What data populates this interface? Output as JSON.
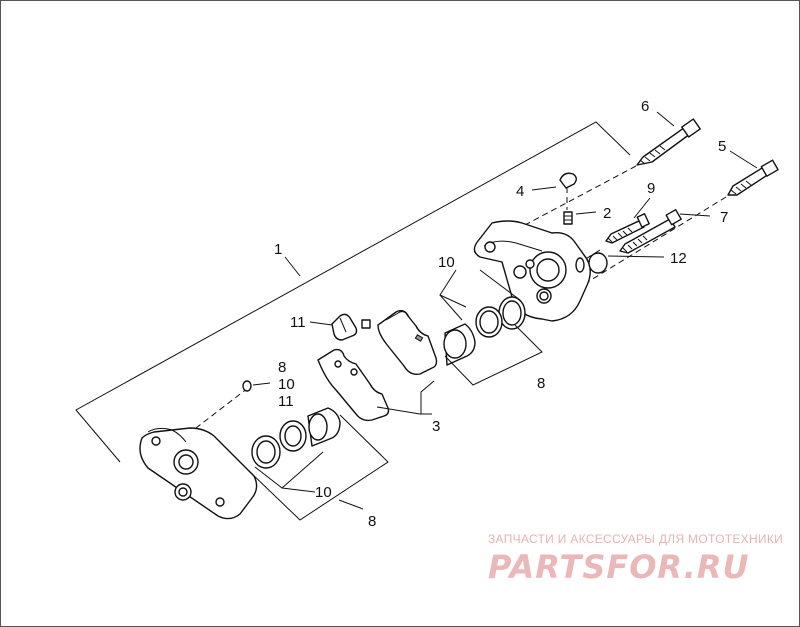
{
  "diagram": {
    "callouts": {
      "c1": "1",
      "c2": "2",
      "c3": "3",
      "c4": "4",
      "c5": "5",
      "c6": "6",
      "c7": "7",
      "c8_right": "8",
      "c8_bottom": "8",
      "c8_small": "8",
      "c9": "9",
      "c10_top": "10",
      "c10_bottom": "10",
      "c10_small": "10",
      "c11_clip": "11",
      "c11_small": "11",
      "c12": "12"
    }
  },
  "watermark": {
    "subtitle": "ЗАПЧАСТИ И АКСЕССУАРЫ ДЛЯ МОТОТЕХНИКИ",
    "logo": "PARTSFOR.RU"
  }
}
